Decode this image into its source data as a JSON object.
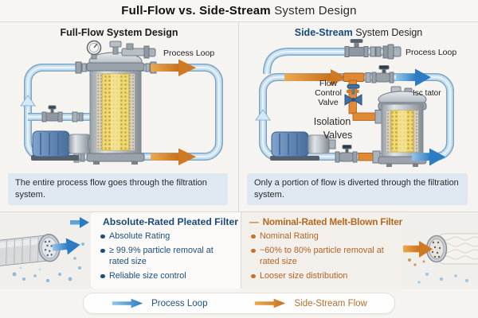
{
  "title": {
    "emphasis": "Full-Flow vs. Side-Stream",
    "rest": "System Design"
  },
  "panels": {
    "left": {
      "heading": "Full-Flow System Design",
      "process_loop_label": "Process Loop",
      "caption": "The entire process flow goes through the filtration system."
    },
    "right": {
      "heading_emphasis": "Side-Stream",
      "heading_rest": "System Design",
      "process_loop_label": "Process Loop",
      "flow_control_valve_lines": [
        "Flow",
        "Control",
        "Valve"
      ],
      "isolator_label": "Isc tator",
      "isolation_valves_lines": [
        "Isolation",
        "Valves"
      ],
      "caption": "Only a portion of flow is diverted through the filtration system."
    }
  },
  "comparison": {
    "left": {
      "header": "Absolute-Rated Pleated Filter",
      "bullets": [
        "Absolute Rating",
        "≥ 99.9% particle removal at rated size",
        "Reliable size control"
      ]
    },
    "right": {
      "dash": "—",
      "header": "Nominal-Rated Melt-Blown Filter",
      "bullets": [
        "Nominal Rating",
        "~60% to 80% particle removal at rated size",
        "Looser size distribution"
      ]
    }
  },
  "legend": {
    "process_loop": "Process Loop",
    "side_stream": "Side-Stream Flow"
  },
  "colors": {
    "process_loop_arrow": "#2e7fc4",
    "side_stream_arrow": "#c9721f",
    "absolute_text": "#17497c",
    "nominal_text": "#b5691f",
    "caption_bg": "#dfe8f0",
    "pipe_fill": "#c8dfef",
    "media_yellow": "#ecd977"
  }
}
